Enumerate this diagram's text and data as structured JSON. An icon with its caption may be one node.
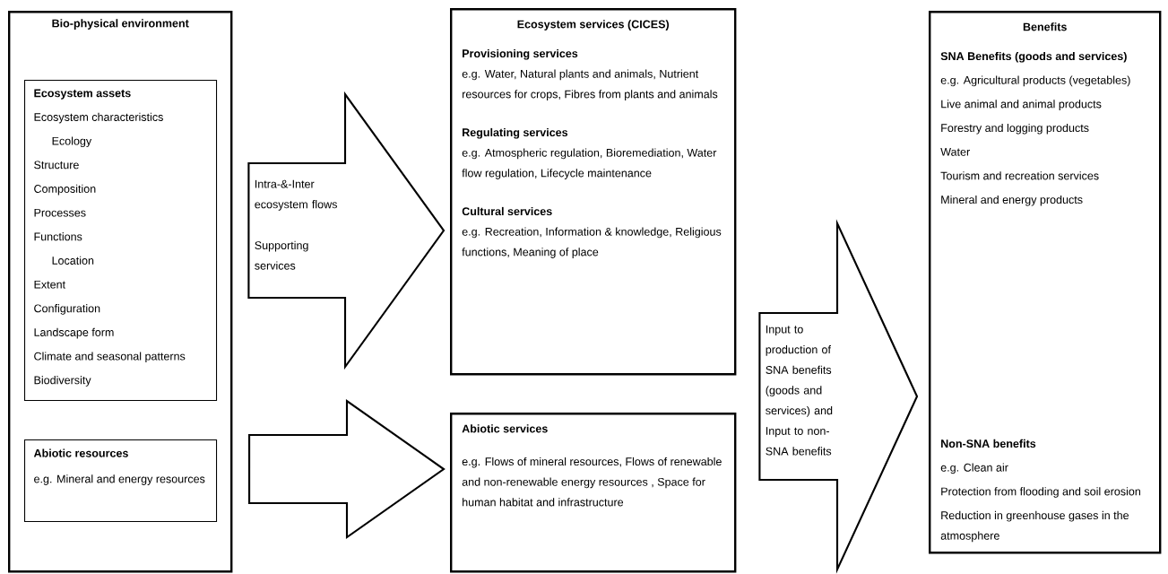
{
  "diagram": {
    "nodes": [
      {
        "text": [
          "Bio-physical environment"
        ]
      },
      {
        "text": [
          "Ecosystem assets",
          "Ecosystem characteristics",
          "Ecology",
          "Structure",
          "Composition",
          "Processes",
          "Functions",
          "Location",
          "Extent",
          "Configuration",
          "Landscape form",
          "Climate and seasonal patterns",
          "Biodiversity"
        ],
        "in": 0
      },
      {
        "text": [
          "Abiotic resources",
          "e.g. Mineral and energy resources"
        ],
        "in": 0
      },
      {
        "text": [
          "Ecosystem services (CICES)",
          "Provisioning services",
          "e.g. Water, Natural plants and animals, Nutrient resources for crops, Fibres from plants and animals",
          "Regulating services",
          "e.g. Atmospheric regulation, Bioremediation, Water flow regulation, Lifecycle maintenance",
          "Cultural services",
          "e.g. Recreation, Information & knowledge, Religious functions, Meaning of place"
        ]
      },
      {
        "text": [
          "Abiotic services",
          "e.g. Flows of mineral resources, Flows of renewable and non-renewable energy resources , Space for human habitat and infrastructure"
        ]
      },
      {
        "text": [
          "Benefits",
          "SNA Benefits (goods and services)",
          "e.g. Agricultural products (vegetables)",
          "Live animal and animal products",
          "Forestry and logging products",
          "Water",
          "Tourism and recreation services",
          "Mineral and energy products",
          "Non-SNA benefits",
          "e.g. Clean air",
          "Protection from flooding and soil erosion",
          "Reduction in greenhouse gases in the atmosphere"
        ]
      }
    ],
    "edges": [
      {
        "from": 0,
        "to": 3,
        "arrow": "to",
        "label": "Intra-&-Inter ecosystem flows"
      },
      {
        "from": 2,
        "to": 4,
        "arrow": "to"
      },
      {
        "from": 3,
        "to": 5,
        "arrow": "to",
        "label": "Input to production of SNA benefits (goods and services) and Input to non-SNA benefits"
      },
      {
        "from": 4,
        "to": 5,
        "arrow": "to"
      }
    ],
    "labels": [
      "Supporting services"
    ]
  }
}
